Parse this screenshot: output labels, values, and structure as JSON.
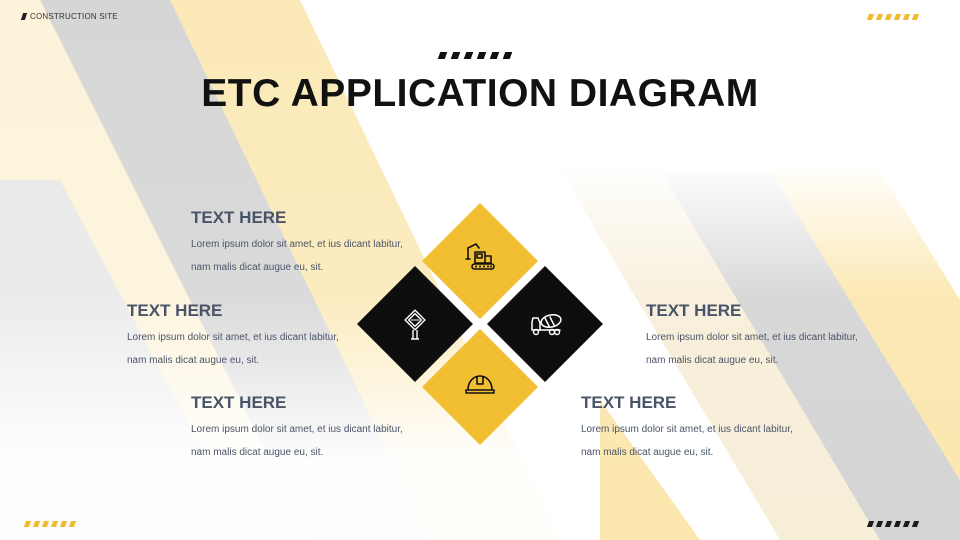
{
  "brand": {
    "label": "CONSTRUCTION SITE"
  },
  "title": "ETC APPLICATION DIAGRAM",
  "colors": {
    "accent": "#f2bf33",
    "dark": "#0e0e0e",
    "text": "#4a5468"
  },
  "diamonds": [
    {
      "color": "yellow",
      "icon": "excavator-icon"
    },
    {
      "color": "black",
      "icon": "danger-sign-icon"
    },
    {
      "color": "black",
      "icon": "concrete-mixer-truck-icon"
    },
    {
      "color": "yellow",
      "icon": "hard-hat-icon"
    }
  ],
  "blocks": [
    {
      "heading": "TEXT HERE",
      "body": "Lorem ipsum dolor sit amet, et ius dicant labitur, nam malis dicat augue eu, sit."
    },
    {
      "heading": "TEXT HERE",
      "body": "Lorem ipsum dolor sit amet, et ius dicant labitur, nam malis dicat augue eu, sit."
    },
    {
      "heading": "TEXT HERE",
      "body": "Lorem ipsum dolor sit amet, et ius dicant labitur, nam malis dicat augue eu, sit."
    },
    {
      "heading": "TEXT HERE",
      "body": "Lorem ipsum dolor sit amet, et ius dicant labitur, nam malis dicat augue eu, sit."
    },
    {
      "heading": "TEXT HERE",
      "body": "Lorem ipsum dolor sit amet, et ius dicant labitur, nam malis dicat augue eu, sit."
    }
  ]
}
